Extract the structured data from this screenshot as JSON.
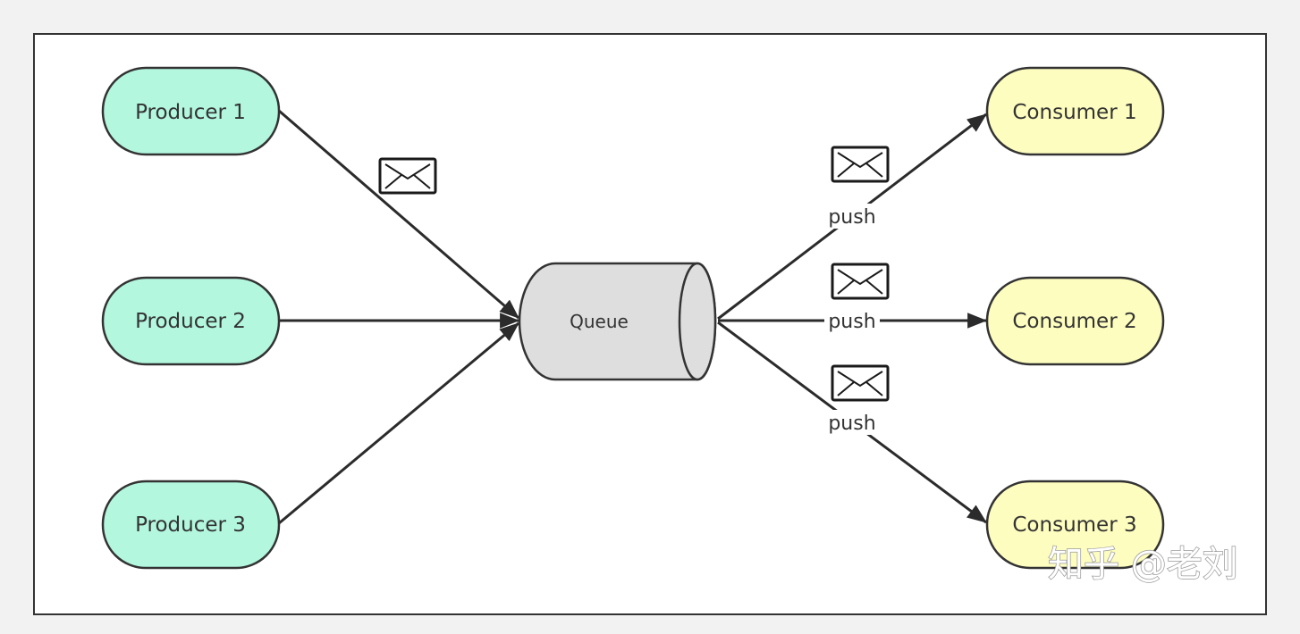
{
  "producers": [
    {
      "label": "Producer 1"
    },
    {
      "label": "Producer 2"
    },
    {
      "label": "Producer 3"
    }
  ],
  "queue": {
    "label": "Queue"
  },
  "consumers": [
    {
      "label": "Consumer 1"
    },
    {
      "label": "Consumer 2"
    },
    {
      "label": "Consumer 3"
    }
  ],
  "edges": {
    "push_label": "push",
    "message_icon": "envelope-icon"
  },
  "watermark": {
    "text": "知乎 @老刘"
  },
  "colors": {
    "producer_fill": "#b3f7df",
    "consumer_fill": "#fdfdbf",
    "queue_fill": "#dedede",
    "stroke": "#333333"
  }
}
